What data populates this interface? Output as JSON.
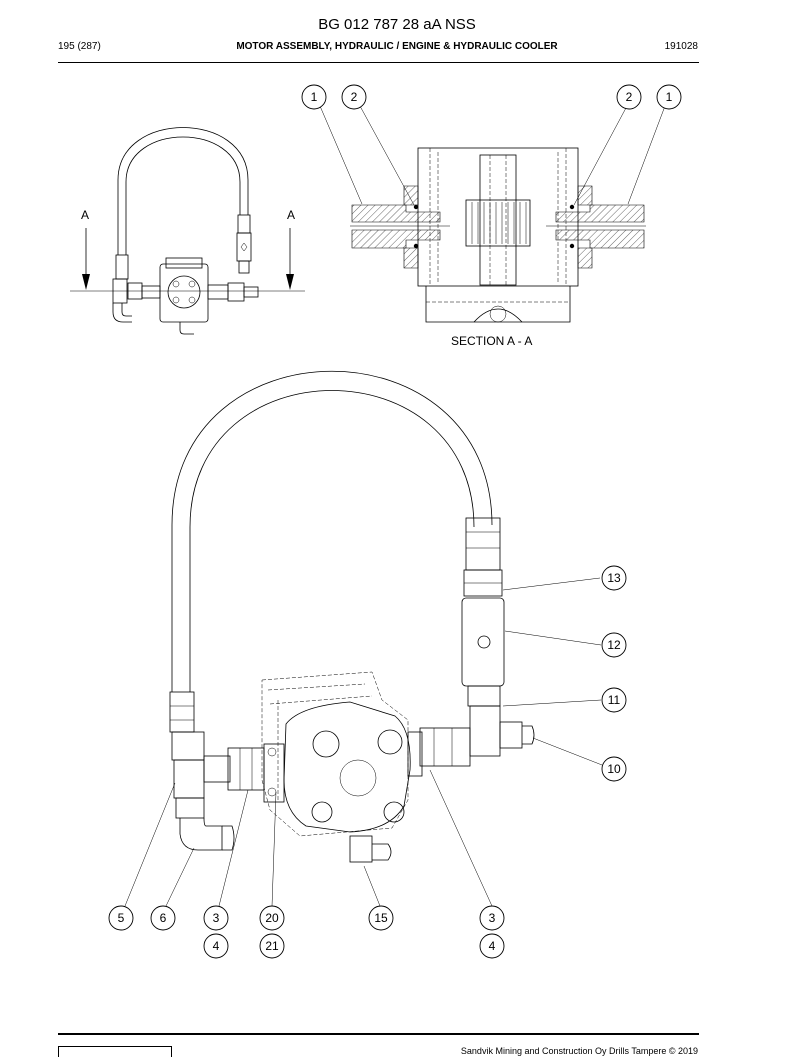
{
  "header": {
    "doc_code": "BG 012 787 28 aA NSS",
    "page": "195 (287)",
    "section_title": "MOTOR ASSEMBLY, HYDRAULIC / ENGINE & HYDRAULIC COOLER",
    "date_code": "191028"
  },
  "section": {
    "cut_mark_left": "A",
    "cut_mark_right": "A",
    "caption": "SECTION A - A"
  },
  "callouts": {
    "sec_1_left": "1",
    "sec_2_left": "2",
    "sec_2_right": "2",
    "sec_1_right": "1",
    "c13": "13",
    "c12": "12",
    "c11": "11",
    "c10": "10",
    "c5": "5",
    "c6": "6",
    "c3a": "3",
    "c20": "20",
    "c15": "15",
    "c3b": "3",
    "c4a": "4",
    "c21": "21",
    "c4b": "4"
  },
  "footer": {
    "copyright": "Sandvik Mining and Construction Oy Drills Tampere © 2019"
  }
}
